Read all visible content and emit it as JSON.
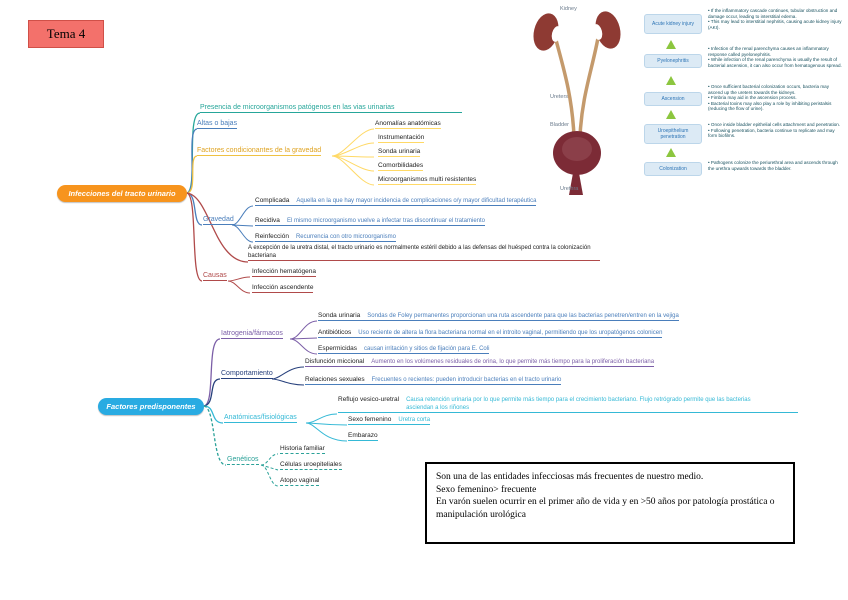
{
  "page": {
    "tema": "Tema 4"
  },
  "map1": {
    "root": "Infecciones del tracto urinario",
    "presencia": "Presencia de microorganismos patógenos en las vias urinarias",
    "altas": "Altas o bajas",
    "factores_label": "Factores condicionantes de la gravedad",
    "factores_children": [
      "Anomalías anatómicas",
      "Instrumentación",
      "Sonda urinaria",
      "Comorbilidades",
      "Microorganismos multi resistentes"
    ],
    "gravedad_label": "Gravedad",
    "gravedad_children": [
      {
        "label": "Complicada",
        "desc": "Aquella en la que hay mayor incidencia de complicaciones o/y mayor dificultad terapéutica"
      },
      {
        "label": "Recidiva",
        "desc": "El mismo microorganismo vuelve a infectar tras discontinuar el tratamiento"
      },
      {
        "label": "Reinfección",
        "desc": "Recurrencia con otro microorganismo"
      }
    ],
    "esteril_note": "A excepción de la uretra distal, el tracto urinario es normalmente estéril debido a las defensas del huésped contra la colonización bacteriana",
    "causas_label": "Causas",
    "causas_children": [
      "Infección hematógena",
      "Infección ascendente"
    ]
  },
  "map2": {
    "root": "Factores predisponentes",
    "iatrogenia_label": "Iatrogenia/fármacos",
    "iatrogenia_children": [
      {
        "label": "Sonda urinaria",
        "desc": "Sondas de Foley permanentes proporcionan una ruta ascendente para que las bacterias penetren/entren en la vejiga"
      },
      {
        "label": "Antibióticos",
        "desc": "Uso reciente de altera la flora bacteriana normal en el introito vaginal, permitiendo que los uropatógenos colonicen"
      },
      {
        "label": "Espermicidas",
        "desc": "causan irritación y sitios de fijación para E. Coli"
      }
    ],
    "comportamiento_label": "Comportamiento",
    "comportamiento_children": [
      {
        "label": "Disfunción miccional",
        "desc": "Aumento en los volúmenes residuales de orina, lo que permite más tiempo para la proliferación bacteriana"
      },
      {
        "label": "Relaciones sexuales",
        "desc": "Frecuentes o recientes: pueden introducir bacterias en el tracto urinario"
      }
    ],
    "anatomicas_label": "Anatómicas/fisiológicas",
    "anatomicas_children": [
      {
        "label": "Reflujo vesico-uretral",
        "desc": "Causa retención urinaria por lo que permite más tiempo para el crecimiento bacteriano. Flujo retrógrado permite que las bacterias asciendan a los riñones"
      },
      {
        "label": "Sexo femenino",
        "desc": "Uretra corta"
      },
      {
        "label": "Embarazo",
        "desc": ""
      }
    ],
    "geneticos_label": "Genéticos",
    "geneticos_children": [
      "Historia familiar",
      "Células uroepiteliales",
      "Atopo vaginal"
    ]
  },
  "anatomy": {
    "kidney": "Kidney",
    "ureters": "Ureters",
    "bladder": "Bladder",
    "urethra": "Urethra"
  },
  "stages": [
    {
      "label": "Acute kidney injury",
      "note": "• If the inflammatory cascade continues, tubular obstruction and damage occur, leading to interstitial edema.\n• This may lead to interstitial nephritis, causing acute kidney injury (AKI)."
    },
    {
      "label": "Pyelonephritis",
      "note": "• Infection of the renal parenchyma causes an inflammatory response called pyelonephritis.\n• While infection of the renal parenchyma is usually the result of bacterial ascension, it can also occur from hematogenous spread."
    },
    {
      "label": "Ascension",
      "note": "• Once sufficient bacterial colonization occurs, bacteria may ascend up the ureters towards the kidneys.\n• Fimbria may aid in the ascension process.\n• Bacterial toxins may also play a role by inhibiting peristalsis (reducing the flow of urine)."
    },
    {
      "label": "Uroepithelium penetration",
      "note": "• Once inside bladder epithelial cells attachment and penetration.\n• Following penetration, bacteria continue to replicate and may form biofilms."
    },
    {
      "label": "Colonization",
      "note": "• Pathogens colonize the periurethral area and ascends through the urethra upwards towards the bladder."
    }
  ],
  "note_box": {
    "line1": "Son una de las entidades infecciosas más frecuentes de nuestro medio.",
    "line2": "Sexo femenino> frecuente",
    "line3": "En varón suelen ocurrir en el primer año de vida y en >50 años por patología prostática o manipulación urológica"
  }
}
